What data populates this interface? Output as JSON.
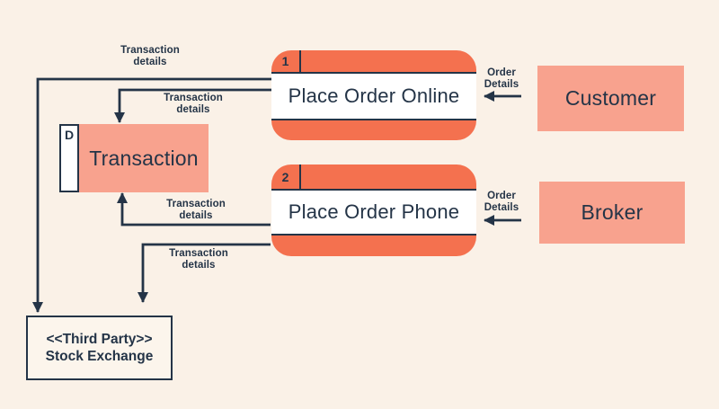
{
  "palette": {
    "background": "#FAF1E7",
    "coral_band": "#F4714F",
    "salmon_fill": "#F8A28E",
    "line_and_text": "#243447",
    "process_body": "#FFFFFF"
  },
  "processes": [
    {
      "number": "1",
      "label": "Place Order Online"
    },
    {
      "number": "2",
      "label": "Place Order Phone"
    }
  ],
  "datastore": {
    "id": "D",
    "label": "Transaction"
  },
  "entities": [
    {
      "label": "Customer"
    },
    {
      "label": "Broker"
    }
  ],
  "external_system": {
    "stereotype": "<<Third Party>>",
    "name": "Stock Exchange"
  },
  "flow_labels": {
    "transaction_details": {
      "line1": "Transaction",
      "line2": "details"
    },
    "order_details": {
      "line1": "Order",
      "line2": "Details"
    }
  }
}
